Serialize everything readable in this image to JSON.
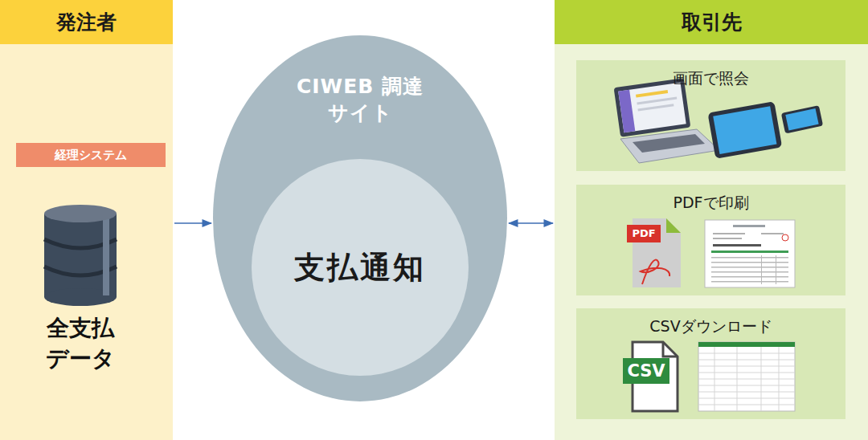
{
  "diagram": {
    "nodes": [
      {
        "text": [
          "発注者"
        ]
      },
      {
        "text": [
          "経理システム"
        ],
        "in": 0
      },
      {
        "text": [
          "全支払 データ"
        ],
        "in": 0
      },
      {
        "text": [
          "CIWEB 調達サイト"
        ]
      },
      {
        "text": [
          "支払通知"
        ],
        "in": 3
      },
      {
        "text": [
          "取引先"
        ]
      },
      {
        "text": [
          "画面で照会"
        ],
        "in": 5
      },
      {
        "text": [
          "PDFで印刷"
        ],
        "in": 5
      },
      {
        "text": [
          "CSVダウンロード"
        ],
        "in": 5
      }
    ],
    "edges": [
      {
        "from": 0,
        "to": 3,
        "arrow": "to"
      },
      {
        "from": 3,
        "to": 5,
        "arrow": "both"
      }
    ],
    "labels": [
      "PDF",
      "CSV"
    ]
  }
}
